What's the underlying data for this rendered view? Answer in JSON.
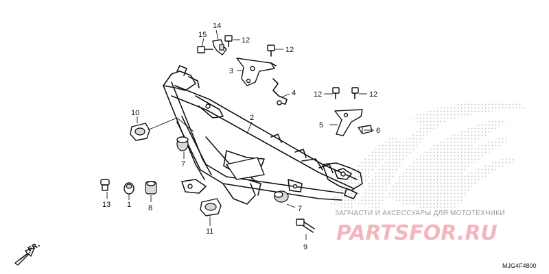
{
  "callouts": {
    "c1": "1",
    "c2": "2",
    "c3": "3",
    "c4": "4",
    "c5": "5",
    "c6": "6",
    "c7a": "7",
    "c7b": "7",
    "c8": "8",
    "c9": "9",
    "c10": "10",
    "c11": "11",
    "c12a": "12",
    "c12b": "12",
    "c12c": "12",
    "c12d": "12",
    "c13": "13",
    "c14": "14",
    "c15": "15"
  },
  "direction": {
    "label": "FR."
  },
  "diagram_code": "MJG4F4800",
  "watermark": {
    "top_text": "ЗАПЧАСТИ И АКСЕССУАРЫ ДЛЯ МОТОТЕХНИКИ",
    "brand": "PARTSFOR.RU",
    "brand_color": "#f3b6bd"
  }
}
